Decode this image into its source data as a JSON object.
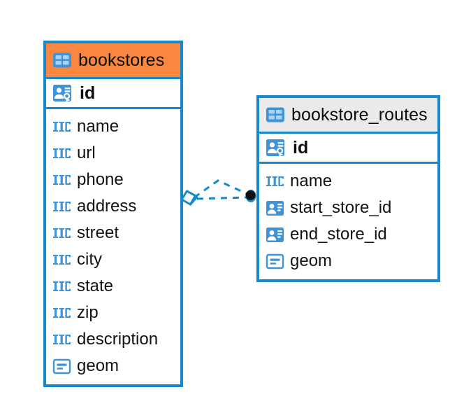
{
  "theme": {
    "accent_blue": "#1689ca",
    "header_orange": "#f9873f",
    "header_gray": "#eaeaea",
    "icon_blue": "#3f93d6",
    "text_dark": "#0d0d0d",
    "canvas_background": "#ffffff",
    "connector_endpoint_dark": "#111111"
  },
  "diagram": {
    "type": "entity-relationship-diagram",
    "entities": [
      {
        "name": "bookstores",
        "header_style": "accent",
        "header_icon": "table-icon",
        "primary_key": {
          "label": "id",
          "icon": "primary-key-icon"
        },
        "fields": [
          {
            "label": "name",
            "icon": "text-type-icon"
          },
          {
            "label": "url",
            "icon": "text-type-icon"
          },
          {
            "label": "phone",
            "icon": "text-type-icon"
          },
          {
            "label": "address",
            "icon": "text-type-icon"
          },
          {
            "label": "street",
            "icon": "text-type-icon"
          },
          {
            "label": "city",
            "icon": "text-type-icon"
          },
          {
            "label": "state",
            "icon": "text-type-icon"
          },
          {
            "label": "zip",
            "icon": "text-type-icon"
          },
          {
            "label": "description",
            "icon": "text-type-icon"
          },
          {
            "label": "geom",
            "icon": "geometry-type-icon"
          }
        ]
      },
      {
        "name": "bookstore_routes",
        "header_style": "plain",
        "header_icon": "table-icon",
        "primary_key": {
          "label": "id",
          "icon": "primary-key-icon"
        },
        "fields": [
          {
            "label": "name",
            "icon": "text-type-icon"
          },
          {
            "label": "start_store_id",
            "icon": "foreign-key-icon"
          },
          {
            "label": "end_store_id",
            "icon": "foreign-key-icon"
          },
          {
            "label": "geom",
            "icon": "geometry-type-icon"
          }
        ]
      }
    ],
    "relationships": [
      {
        "from_entity": "bookstores",
        "to_entity": "bookstore_routes",
        "line_style": "dashed",
        "from_marker": "open-diamond",
        "to_marker": "filled-circle",
        "branches": 2
      }
    ]
  }
}
